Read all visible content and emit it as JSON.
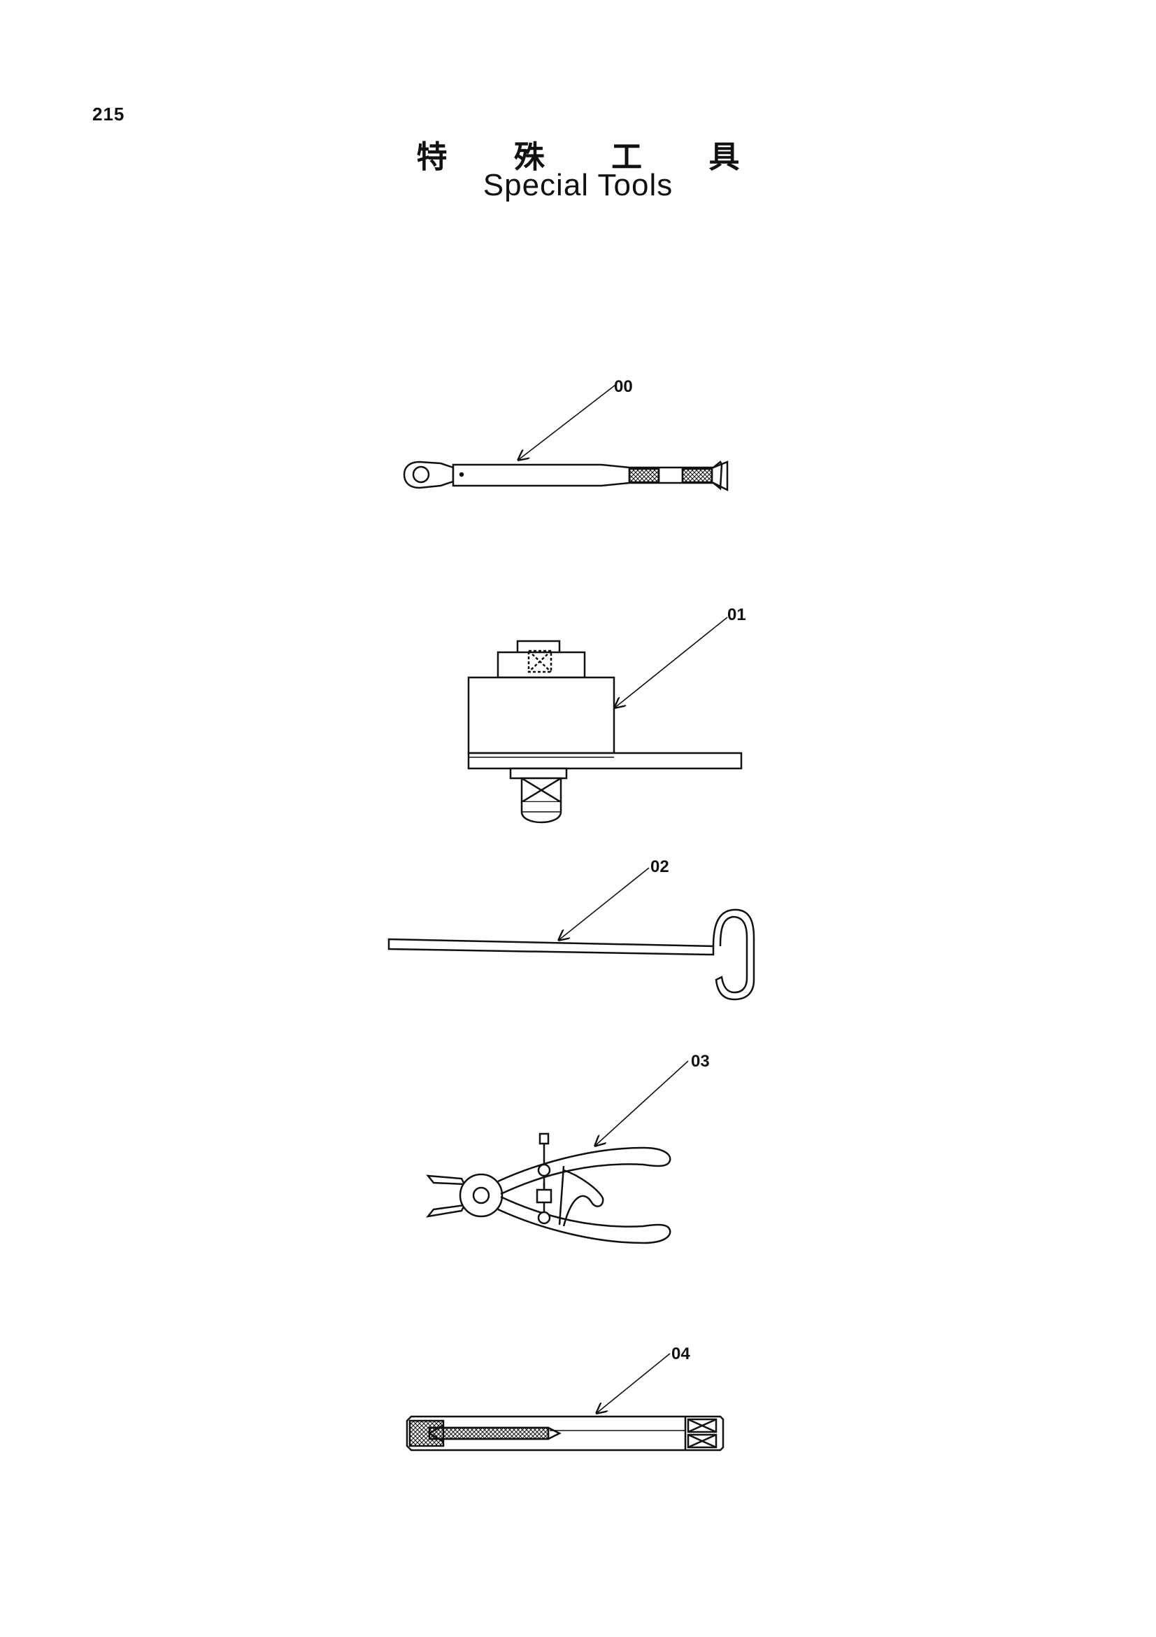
{
  "page": {
    "number": "215",
    "title_jp": "特 殊 工 具",
    "title_en": "Special Tools"
  },
  "tools": [
    {
      "callout": "00",
      "icon": "torque-wrench-icon"
    },
    {
      "callout": "01",
      "icon": "torque-multiplier-icon"
    },
    {
      "callout": "02",
      "icon": "hook-rod-icon"
    },
    {
      "callout": "03",
      "icon": "snap-ring-pliers-icon"
    },
    {
      "callout": "04",
      "icon": "thread-tap-icon"
    }
  ],
  "colors": {
    "ink": "#111111",
    "paper": "#ffffff"
  }
}
